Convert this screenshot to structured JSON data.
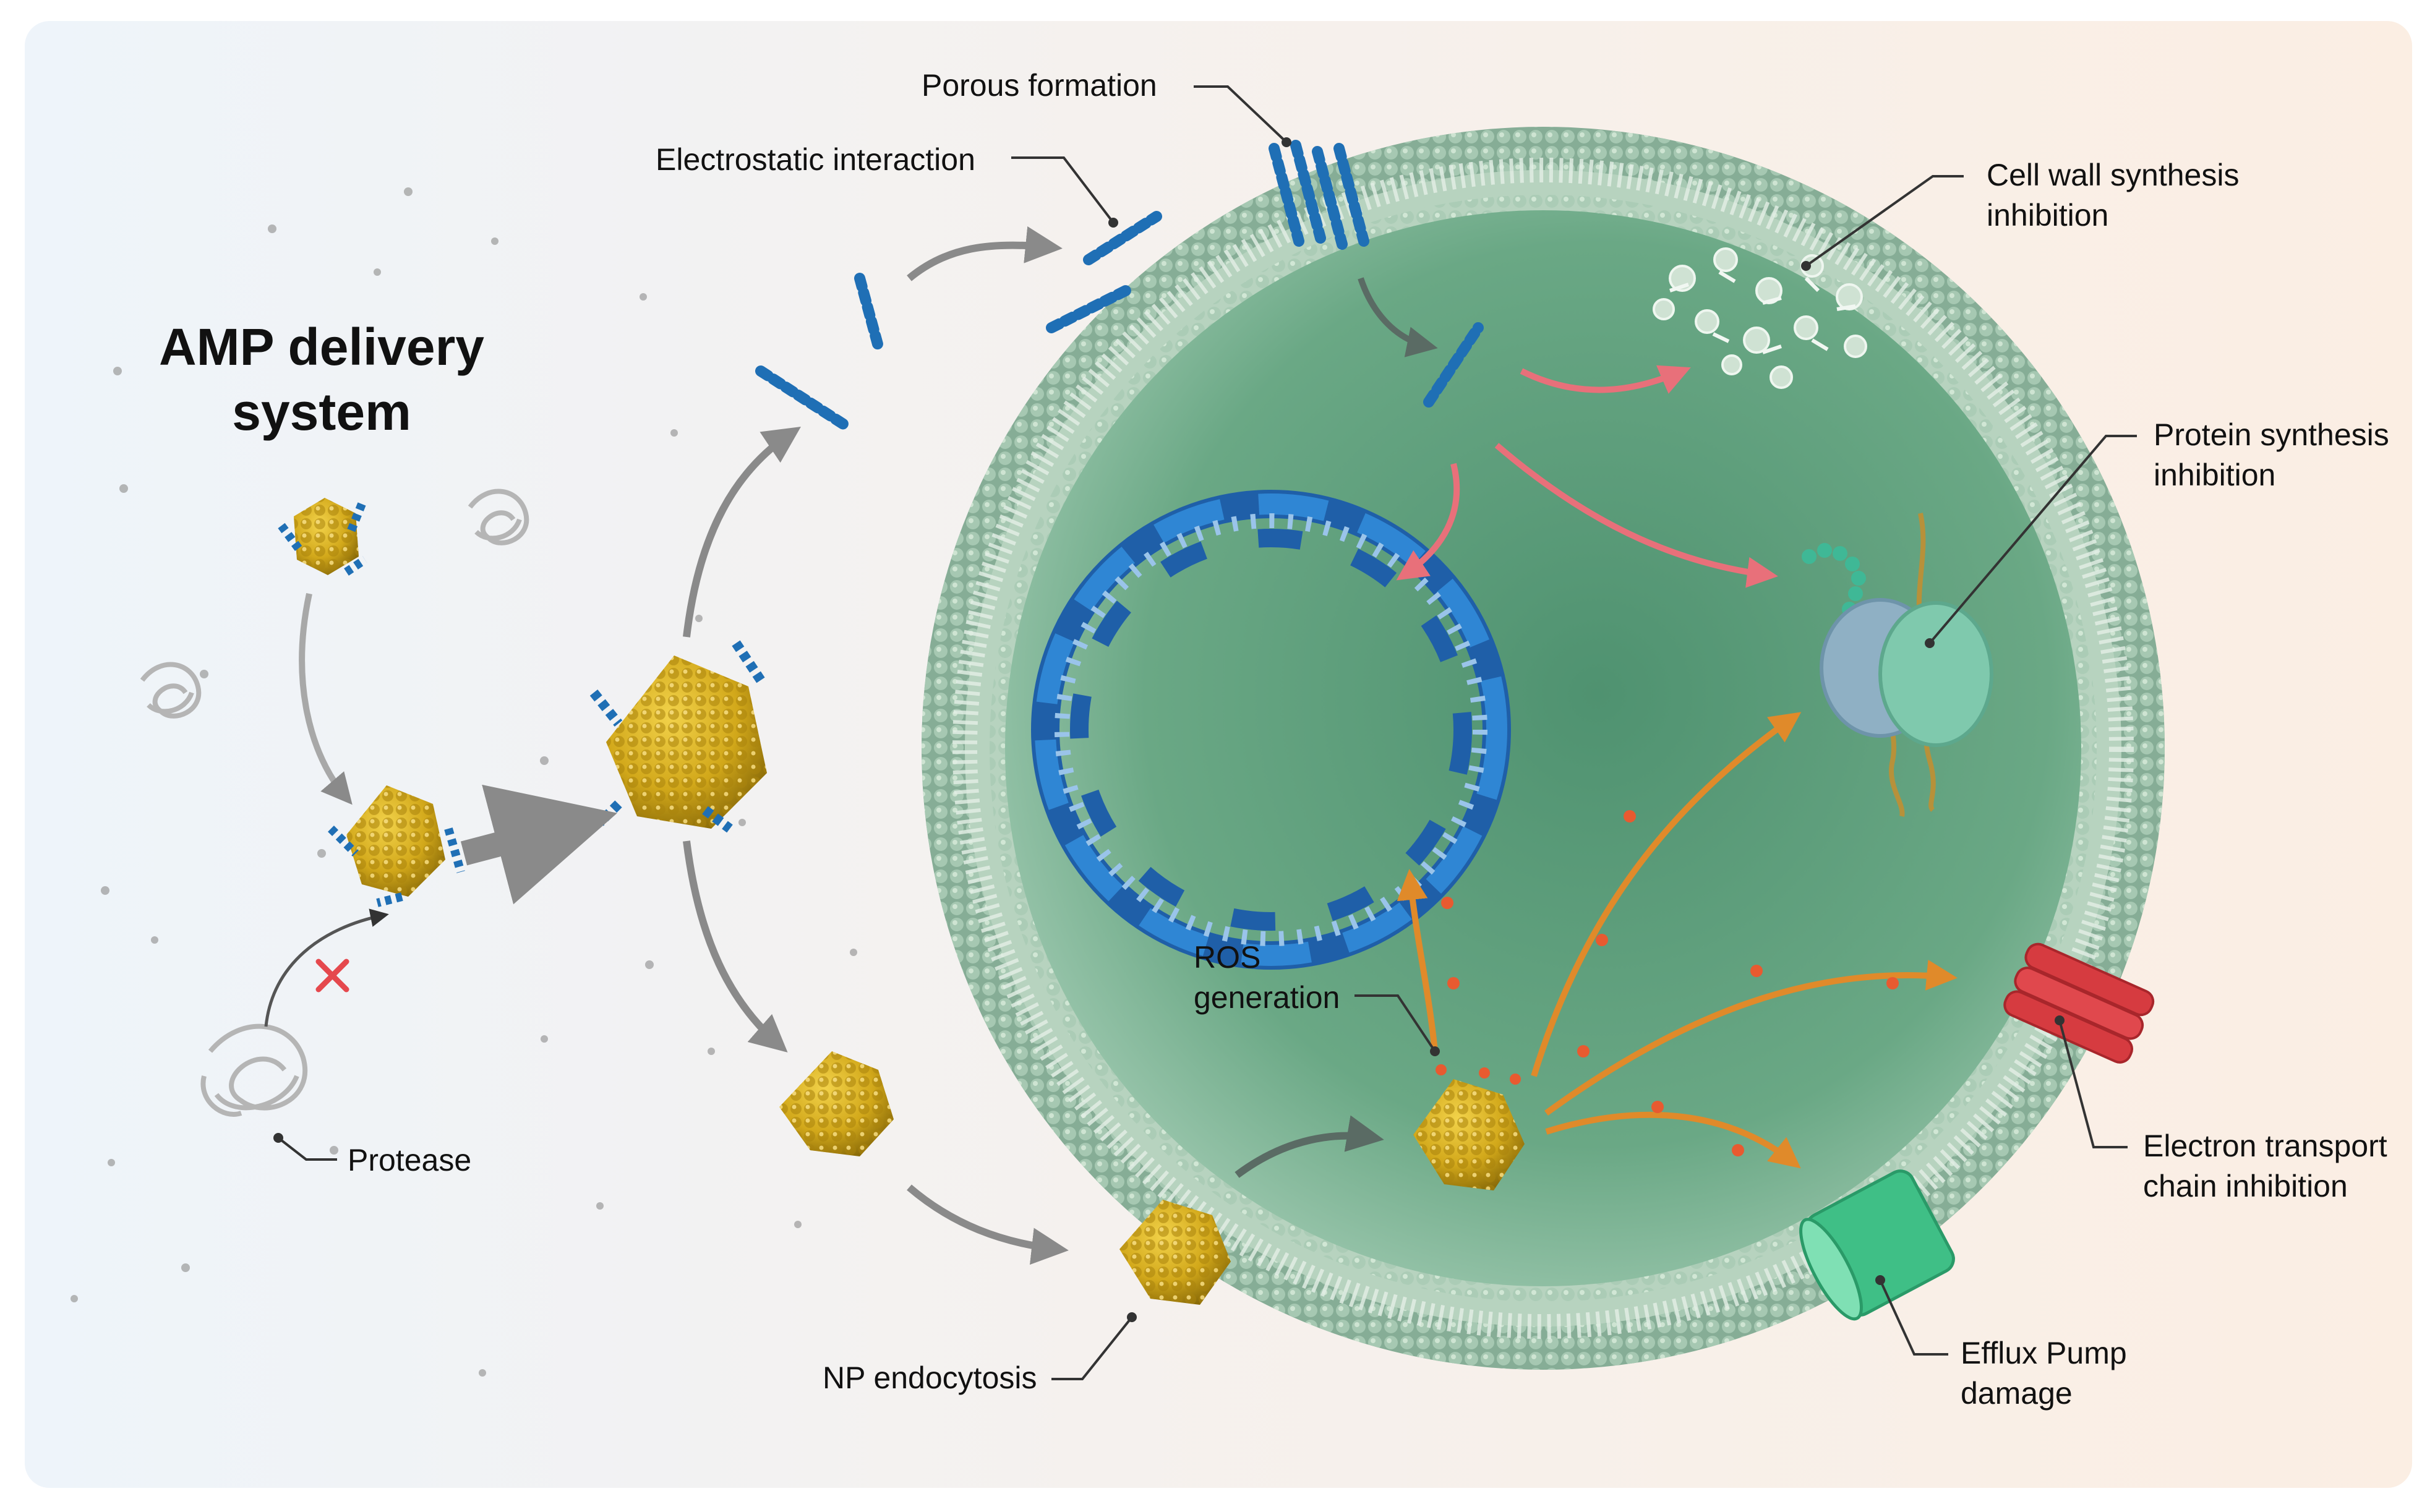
{
  "title": {
    "line1": "AMP delivery",
    "line2": "system"
  },
  "labels": {
    "porous_formation": "Porous formation",
    "electrostatic_interaction": "Electrostatic interaction",
    "cell_wall": {
      "line1": "Cell wall synthesis",
      "line2": "inhibition"
    },
    "protein_synthesis": {
      "line1": "Protein synthesis",
      "line2": "inhibition"
    },
    "ros": {
      "line1": "ROS",
      "line2": "generation"
    },
    "electron_transport": {
      "line1": "Electron transport",
      "line2": "chain inhibition"
    },
    "efflux_pump": {
      "line1": "Efflux Pump",
      "line2": "damage"
    },
    "np_endocytosis": "NP endocytosis",
    "protease": "Protease"
  },
  "colors": {
    "background_left": "#eef4fa",
    "background_right": "#fbeee3",
    "membrane": "#8fb79f",
    "cell_interior": "#5a9a78",
    "nanoparticle": "#d2a81a",
    "peptide": "#2f7fbf",
    "dna": "#2a6db5",
    "inhibition_arrow": "#e8707a",
    "ros_arrow": "#e08a2a",
    "efflux_pump": "#3fbf86",
    "electron_transport": "#d63b40",
    "ribosome_small": "#8fb0c4",
    "ribosome_large": "#7fc9ad",
    "protease": "#b5b5b5",
    "block_mark": "#e5484d"
  },
  "icons": [
    "nanoparticle-icon",
    "peptide-helix-icon",
    "protease-icon",
    "dna-ring-icon",
    "ribosome-icon",
    "efflux-pump-icon",
    "electron-transport-channel-icon",
    "cell-wall-fragments-icon",
    "ros-dot-icon",
    "block-x-icon"
  ]
}
